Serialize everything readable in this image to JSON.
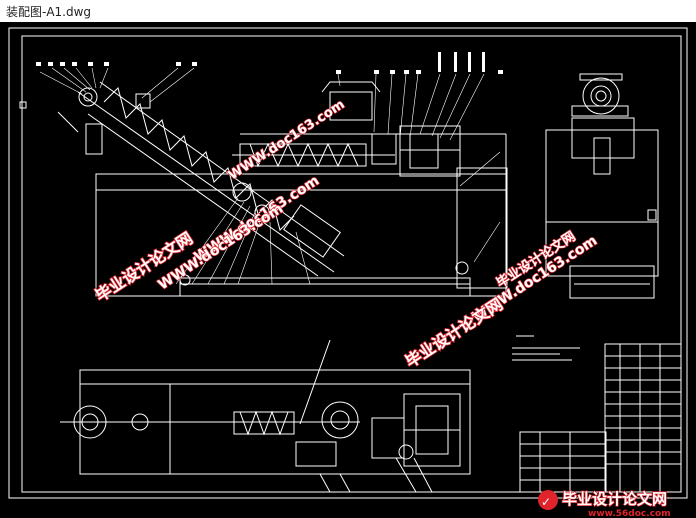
{
  "window": {
    "title": "装配图-A1.dwg"
  },
  "drawing": {
    "watermarks": {
      "site_a": "WWW.doc163.com",
      "site_b": "WWW.doc163.com",
      "site_c": "WWW.doc163.com",
      "site_d": "WWW.doc163.com",
      "cn_a": "毕业设计论文网",
      "cn_b": "毕业设计论文网",
      "cn_c": "毕业设计论文网",
      "brand_cn": "毕业设计论文网",
      "brand_url": "www.56doc.com"
    }
  },
  "colors": {
    "background": "#000000",
    "line": "#ffffff",
    "watermark_red": "#e0242c",
    "watermark_fill": "#ffffff"
  }
}
